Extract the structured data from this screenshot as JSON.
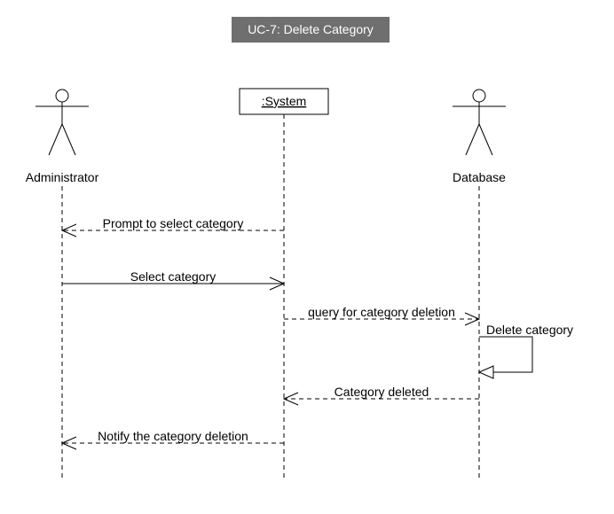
{
  "title": "UC-7: Delete Category",
  "colors": {
    "title_bg": "#6f6f6f",
    "title_text": "#ffffff",
    "line": "#000000",
    "background": "#ffffff"
  },
  "participants": [
    {
      "id": "admin",
      "kind": "actor",
      "label": "Administrator",
      "icon": "stick-figure-icon"
    },
    {
      "id": "system",
      "kind": "object",
      "label": ":System"
    },
    {
      "id": "database",
      "kind": "actor",
      "label": "Database",
      "icon": "stick-figure-icon"
    }
  ],
  "messages": [
    {
      "from": "system",
      "to": "admin",
      "label": "Prompt to select category",
      "style": "dashed-open"
    },
    {
      "from": "admin",
      "to": "system",
      "label": "Select category",
      "style": "solid-open"
    },
    {
      "from": "system",
      "to": "database",
      "label": "query for category deletion",
      "style": "dashed-open"
    },
    {
      "from": "database",
      "to": "database",
      "label": "Delete category",
      "style": "self-hollow"
    },
    {
      "from": "database",
      "to": "system",
      "label": "Category deleted",
      "style": "dashed-open"
    },
    {
      "from": "system",
      "to": "admin",
      "label": "Notify the category deletion",
      "style": "dashed-open"
    }
  ]
}
